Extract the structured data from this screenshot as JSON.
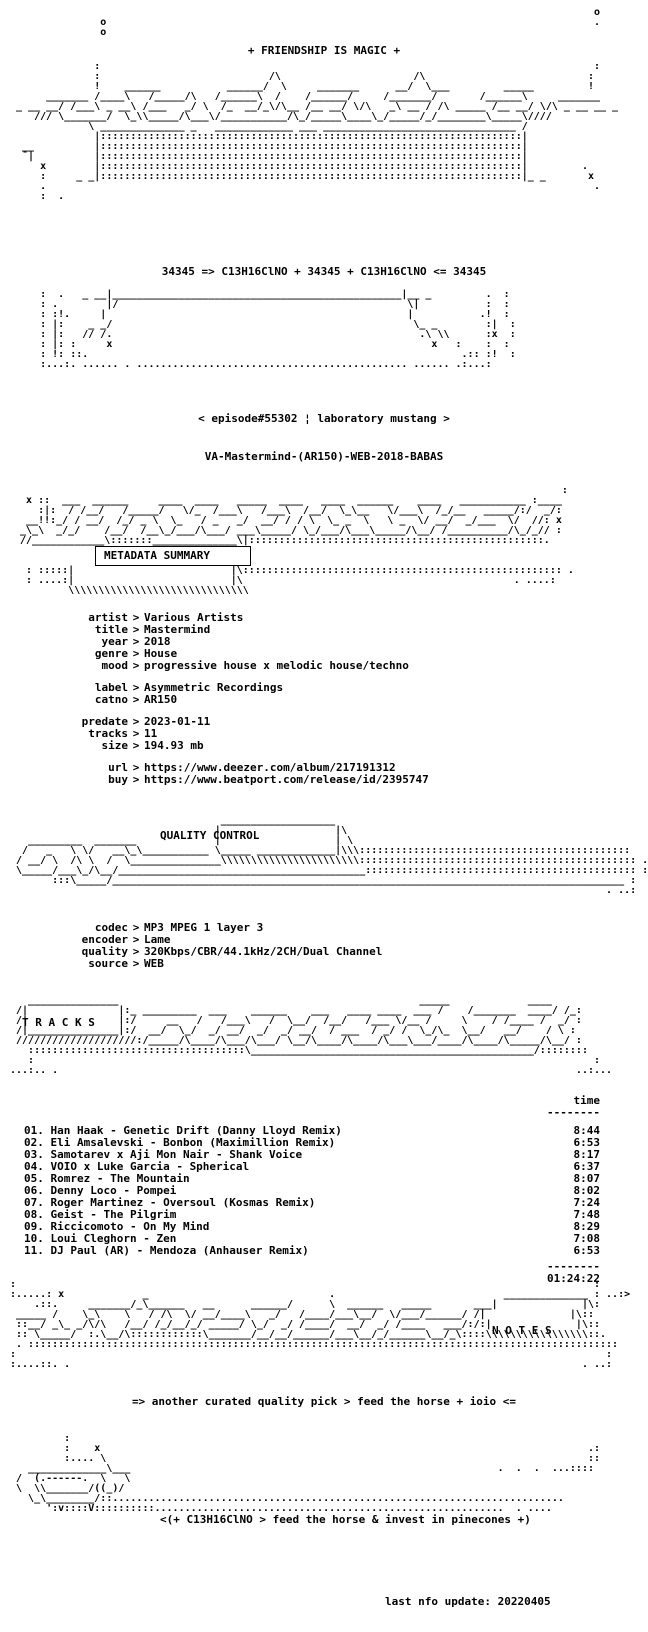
{
  "header": {
    "banner": "+ FRIENDSHIP IS MAGIC +",
    "formula": "34345 => C13H16ClNO + 34345 + C13H16ClNO <= 34345",
    "episode": "< episode#55302 ¦ laboratory mustang >",
    "release": "VA-Mastermind-(AR150)-WEB-2018-BABAS"
  },
  "sections": {
    "metadata": "METADATA SUMMARY",
    "quality": "QUALITY CONTROL",
    "tracks": "T R A C K S",
    "notes": "N O T E S"
  },
  "metadata": [
    {
      "key": "artist",
      "value": "Various Artists"
    },
    {
      "key": "title",
      "value": "Mastermind"
    },
    {
      "key": "year",
      "value": "2018"
    },
    {
      "key": "genre",
      "value": "House"
    },
    {
      "key": "mood",
      "value": "progressive house x melodic house/techno"
    },
    {
      "key": "label",
      "value": "Asymmetric Recordings"
    },
    {
      "key": "catno",
      "value": "AR150"
    },
    {
      "key": "predate",
      "value": "2023-01-11"
    },
    {
      "key": "tracks",
      "value": "11"
    },
    {
      "key": "size",
      "value": "194.93 mb"
    },
    {
      "key": "url",
      "value": "https://www.deezer.com/album/217191312"
    },
    {
      "key": "buy",
      "value": "https://www.beatport.com/release/id/2395747"
    }
  ],
  "quality": [
    {
      "key": "codec",
      "value": "MP3 MPEG 1 layer 3"
    },
    {
      "key": "encoder",
      "value": "Lame"
    },
    {
      "key": "quality",
      "value": "320Kbps/CBR/44.1kHz/2CH/Dual Channel"
    },
    {
      "key": "source",
      "value": "WEB"
    }
  ],
  "tracklist": {
    "time_header": "time",
    "rule": "--------",
    "items": [
      {
        "title": "01. Han Haak - Genetic Drift (Danny Lloyd Remix)",
        "time": "8:44"
      },
      {
        "title": "02. Eli Amsalevski - Bonbon (Maximillion Remix)",
        "time": "6:53"
      },
      {
        "title": "03. Samotarev x Aji Mon Nair - Shank Voice",
        "time": "8:17"
      },
      {
        "title": "04. VOIO x Luke Garcia - Spherical",
        "time": "6:37"
      },
      {
        "title": "05. Romrez - The Mountain",
        "time": "8:07"
      },
      {
        "title": "06. Denny Loco - Pompei",
        "time": "8:02"
      },
      {
        "title": "07. Roger Martinez - Oversoul (Kosmas Remix)",
        "time": "7:24"
      },
      {
        "title": "08. Geist - The Pilgrim",
        "time": "7:48"
      },
      {
        "title": "09. Riccicomoto - On My Mind",
        "time": "8:29"
      },
      {
        "title": "10. Loui Cleghorn - Zen",
        "time": "7:08"
      },
      {
        "title": "11. DJ Paul (AR) - Mendoza (Anhauser Remix)",
        "time": "6:53"
      }
    ],
    "total": "01:24:22"
  },
  "notes": {
    "text": "=> another curated quality pick > feed the horse + ioio <="
  },
  "footer": {
    "slogan": "<(+ C13H16ClNO > feed the horse & invest in pinecones +)",
    "updated": "last nfo update: 20220405"
  }
}
